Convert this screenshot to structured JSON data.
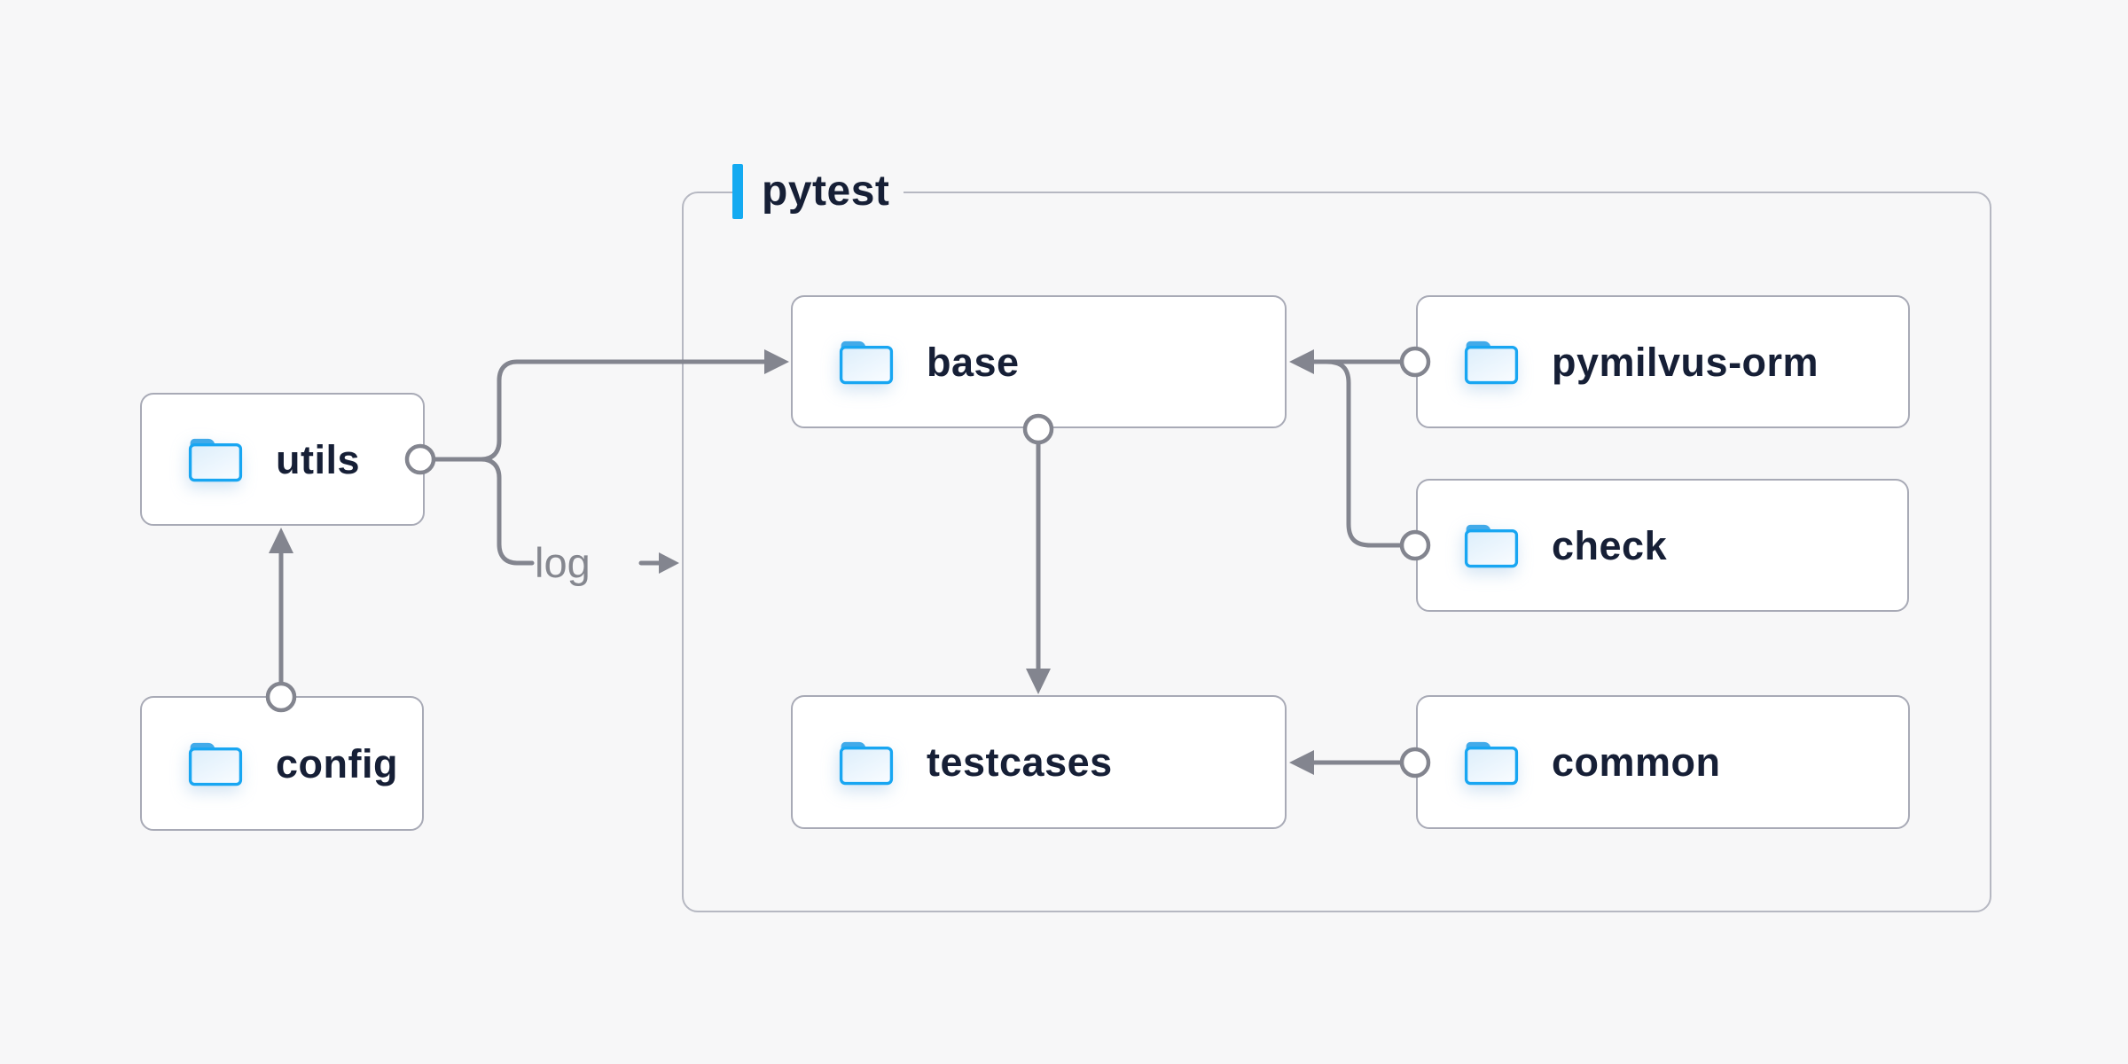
{
  "diagram": {
    "type": "flowchart",
    "group": {
      "label": "pytest"
    },
    "nodes": [
      {
        "id": "utils",
        "label": "utils",
        "icon": "folder"
      },
      {
        "id": "config",
        "label": "config",
        "icon": "folder"
      },
      {
        "id": "base",
        "label": "base",
        "icon": "folder",
        "group": "pytest"
      },
      {
        "id": "pymilvus-orm",
        "label": "pymilvus-orm",
        "icon": "folder",
        "group": "pytest"
      },
      {
        "id": "check",
        "label": "check",
        "icon": "folder",
        "group": "pytest"
      },
      {
        "id": "testcases",
        "label": "testcases",
        "icon": "folder",
        "group": "pytest"
      },
      {
        "id": "common",
        "label": "common",
        "icon": "folder",
        "group": "pytest"
      }
    ],
    "edges": [
      {
        "from": "config",
        "to": "utils"
      },
      {
        "from": "utils",
        "to": "base"
      },
      {
        "from": "utils",
        "to": "pytest",
        "label": "log"
      },
      {
        "from": "pymilvus-orm",
        "to": "base"
      },
      {
        "from": "check",
        "to": "base"
      },
      {
        "from": "base",
        "to": "testcases"
      },
      {
        "from": "common",
        "to": "testcases"
      }
    ],
    "colors": {
      "bg": "#f7f7f8",
      "node-fill": "#ffffff",
      "node-border": "#a8aab6",
      "group-border": "#b6b8c2",
      "connector": "#83858f",
      "text": "#161f36",
      "muted": "#85878f",
      "accent": "#14aaf1",
      "folder-stroke": "#18a6f2",
      "folder-tab": "#42aae9",
      "folder-fill-light": "#dceefb",
      "folder-fill-lighter": "#f7fbff"
    }
  }
}
